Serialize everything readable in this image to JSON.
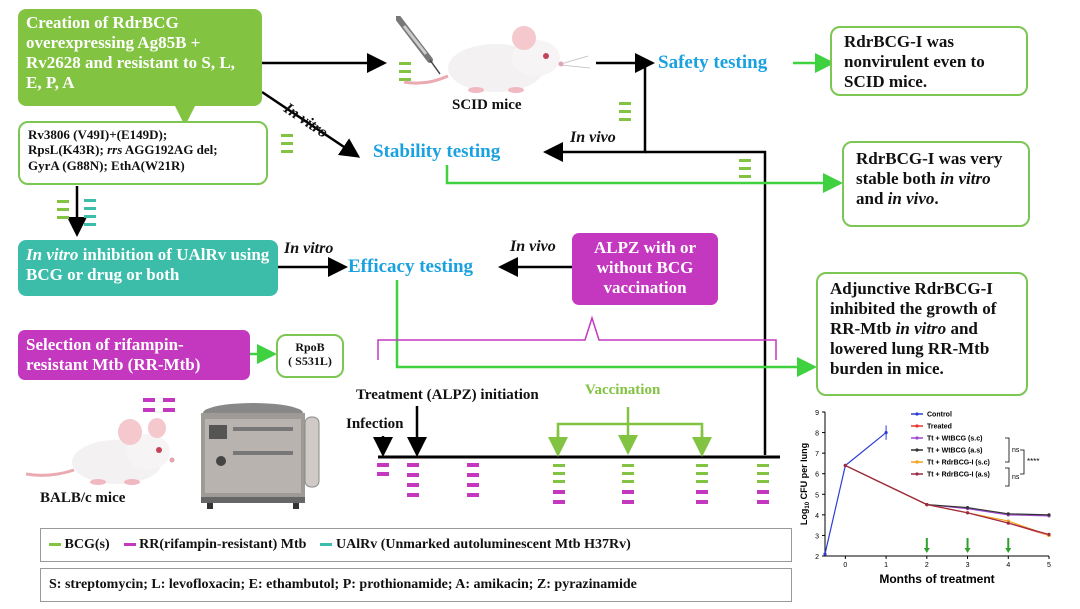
{
  "boxes": {
    "creation": "Creation of RdrBCG overexpressing Ag85B + Rv2628 and resistant to S, L, E, P, A",
    "mutations_line1": "Rv3806 (V49I)+(E149D);",
    "mutations_line2a": "RpsL(K43R); ",
    "mutations_line2b": "rrs",
    "mutations_line2c": " AGG192AG del;",
    "mutations_line3": "GyrA (G88N); EthA(W21R)",
    "in_vitro_inhib_a": "In vitro",
    "in_vitro_inhib_b": " inhibition of UAlRv using BCG or drug or both",
    "selection": "Selection of rifampin-resistant Mtb (RR-Mtb)",
    "rpob_line1": "RpoB",
    "rpob_line2": "( S531L)",
    "alpz": "ALPZ with or without BCG vaccination",
    "result_safety": "RdrBCG-I was nonvirulent even to SCID mice.",
    "result_stability_a": "RdrBCG-I was very stable both ",
    "result_stability_b": "in vitro",
    "result_stability_c": " and ",
    "result_stability_d": "in vivo",
    "result_stability_e": ".",
    "result_efficacy_a": "Adjunctive RdrBCG-I inhibited the growth of RR-Mtb ",
    "result_efficacy_b": "in vitro",
    "result_efficacy_c": " and lowered lung RR-Mtb burden in mice."
  },
  "labels": {
    "safety": "Safety testing",
    "stability": "Stability testing",
    "efficacy": "Efficacy testing",
    "in_vitro_1": "In vitro",
    "in_vitro_2": "In vitro",
    "in_vivo_1": "In vivo",
    "in_vivo_2": "In vivo",
    "scid": "SCID mice",
    "balbc": "BALB/c mice",
    "treatment_init": "Treatment (ALPZ) initiation",
    "infection": "Infection",
    "vaccination": "Vaccination"
  },
  "legend": {
    "bcg": "BCG(s)",
    "rr": "RR(rifampin-resistant) Mtb",
    "ualrv": "UAlRv (Unmarked autoluminescent Mtb H37Rv)",
    "abbrev": "S: streptomycin; L: levofloxacin; E: ethambutol; P: prothionamide; A: amikacin; Z: pyrazinamide"
  },
  "colors": {
    "green": "#82c341",
    "bright_green": "#3fd13f",
    "teal": "#3bbdaa",
    "magenta": "#c438c0",
    "blue_label": "#1aa1e0",
    "bcg_legend": "#82c341",
    "rr_legend": "#c438c0",
    "ualrv_legend": "#3bbdaa"
  },
  "chart_data": {
    "type": "line",
    "xlabel": "Months of treatment",
    "ylabel": "Log10 CFU per lung",
    "ylabel_main": "Log",
    "ylabel_sub": "10",
    "ylabel_rest": " CFU per lung",
    "x_ticks": [
      "0",
      "1",
      "2",
      "3",
      "4",
      "5"
    ],
    "y_ticks": [
      "2",
      "3",
      "4",
      "5",
      "6",
      "7",
      "8",
      "9"
    ],
    "xlim": [
      -0.5,
      5
    ],
    "ylim": [
      2,
      9
    ],
    "series": [
      {
        "name": "Control",
        "color": "#2f3dd6",
        "x": [
          -0.5,
          0,
          1
        ],
        "y": [
          2.1,
          6.4,
          8.0
        ]
      },
      {
        "name": "Treated",
        "color": "#e8352b",
        "x": [
          0,
          2,
          3,
          4,
          5
        ],
        "y": [
          6.4,
          4.5,
          4.1,
          3.6,
          3.0
        ]
      },
      {
        "name": "Tt + WtBCG (s.c)",
        "color": "#a148d1",
        "x": [
          0,
          2,
          3,
          4,
          5
        ],
        "y": [
          6.4,
          4.5,
          4.3,
          4.0,
          3.95
        ]
      },
      {
        "name": "Tt + WtBCG (a.s)",
        "color": "#333333",
        "x": [
          0,
          2,
          3,
          4,
          5
        ],
        "y": [
          6.4,
          4.5,
          4.35,
          4.05,
          4.0
        ]
      },
      {
        "name": "Tt + RdrBCG-I (s.c)",
        "color": "#f2a31b",
        "x": [
          0,
          2,
          3,
          4,
          5
        ],
        "y": [
          6.4,
          4.5,
          4.1,
          3.7,
          3.0
        ]
      },
      {
        "name": "Tt + RdrBCG-I (a.s)",
        "color": "#9c2a45",
        "x": [
          0,
          2,
          3,
          4,
          5
        ],
        "y": [
          6.4,
          4.5,
          4.1,
          3.6,
          3.05
        ]
      }
    ],
    "annotations": [
      "ns",
      "****",
      "ns"
    ],
    "vaccination_arrows_at": [
      2,
      3,
      4
    ],
    "legend_placement": "top-right"
  }
}
